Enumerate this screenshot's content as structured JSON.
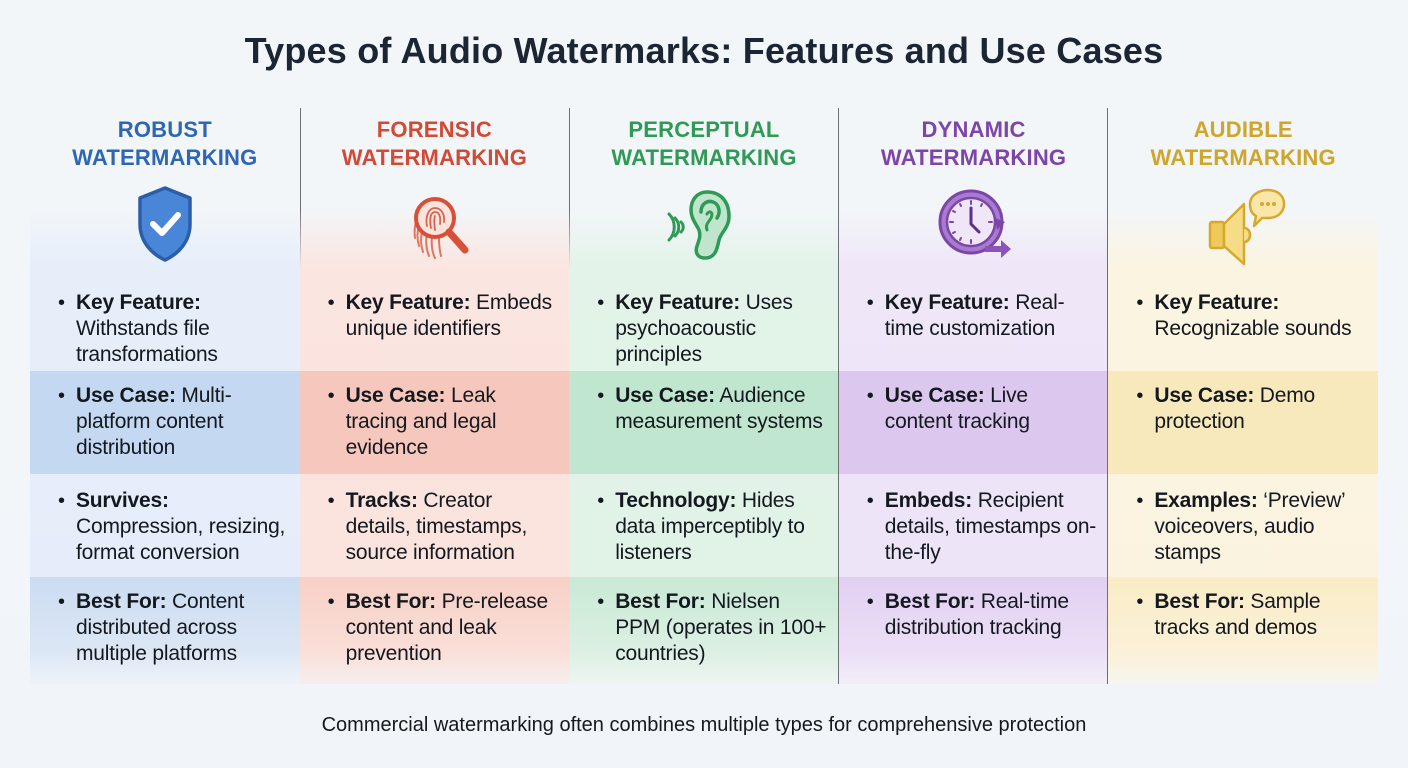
{
  "title": "Types of Audio Watermarks: Features and Use Cases",
  "footer": "Commercial watermarking often combines multiple types for comprehensive protection",
  "columns": [
    {
      "id": "robust",
      "heading_line1": "ROBUST",
      "heading_line2": "WATERMARKING",
      "icon": "shield-check-icon",
      "color": "#2f66b3",
      "light": "#e4eefa",
      "mid": "#c3d7f0",
      "rows": [
        {
          "label": "Key Feature:",
          "text": " Withstands file transformations"
        },
        {
          "label": "Use Case:",
          "text": " Multi-platform content distribution"
        },
        {
          "label": "Survives:",
          "text": " Compression, resizing, format conversion"
        },
        {
          "label": "Best For:",
          "text": " Content distributed across multiple platforms"
        }
      ]
    },
    {
      "id": "forensic",
      "heading_line1": "FORENSIC",
      "heading_line2": "WATERMARKING",
      "icon": "fingerprint-magnifier-icon",
      "color": "#d04a36",
      "light": "#fbe4df",
      "mid": "#f5c6bb",
      "rows": [
        {
          "label": "Key Feature:",
          "text": " Embeds unique identifiers"
        },
        {
          "label": "Use Case:",
          "text": " Leak tracing and legal evidence"
        },
        {
          "label": "Tracks:",
          "text": " Creator details, timestamps, source information"
        },
        {
          "label": "Best For:",
          "text": " Pre-release content and leak prevention"
        }
      ]
    },
    {
      "id": "perceptual",
      "heading_line1": "PERCEPTUAL",
      "heading_line2": "WATERMARKING",
      "icon": "ear-sound-icon",
      "color": "#2f9a55",
      "light": "#e2f3e8",
      "mid": "#bfe5cc",
      "rows": [
        {
          "label": "Key Feature:",
          "text": " Uses psychoacoustic principles"
        },
        {
          "label": "Use Case:",
          "text": " Audience measurement systems"
        },
        {
          "label": "Technology:",
          "text": " Hides data imperceptibly to listeners"
        },
        {
          "label": "Best For:",
          "text": " Nielsen PPM (operates in 100+ countries)"
        }
      ]
    },
    {
      "id": "dynamic",
      "heading_line1": "DYNAMIC",
      "heading_line2": "WATERMARKING",
      "icon": "clock-refresh-icon",
      "color": "#7d45a8",
      "light": "#efe5f8",
      "mid": "#dcc6ef",
      "rows": [
        {
          "label": "Key Feature:",
          "text": " Real-time customization"
        },
        {
          "label": "Use Case:",
          "text": " Live content tracking"
        },
        {
          "label": "Embeds:",
          "text": " Recipient details, timestamps on-the-fly"
        },
        {
          "label": "Best For:",
          "text": " Real-time distribution tracking"
        }
      ]
    },
    {
      "id": "audible",
      "heading_line1": "AUDIBLE",
      "heading_line2": "WATERMARKING",
      "icon": "speaker-speech-bubble-icon",
      "color": "#cfa52a",
      "light": "#fbf4e0",
      "mid": "#f8e8b8",
      "rows": [
        {
          "label": "Key Feature:",
          "text": " Recognizable sounds"
        },
        {
          "label": "Use Case:",
          "text": " Demo protection"
        },
        {
          "label": "Examples:",
          "text": " ‘Preview’ voiceovers, audio stamps"
        },
        {
          "label": "Best For:",
          "text": " Sample tracks and demos"
        }
      ]
    }
  ]
}
